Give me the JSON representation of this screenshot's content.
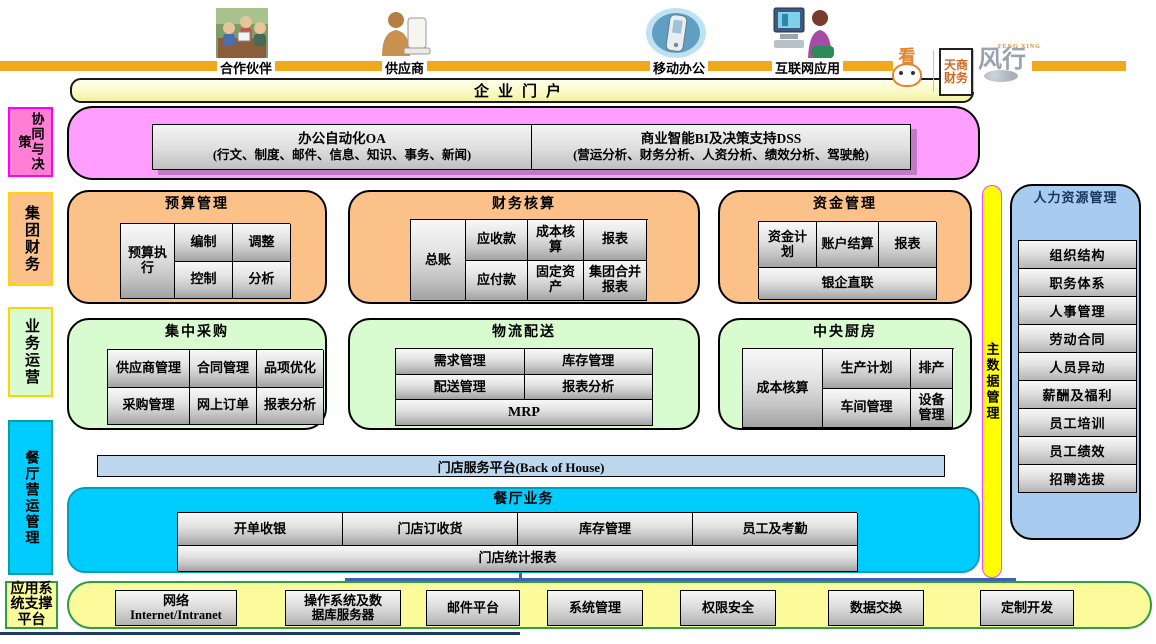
{
  "top": {
    "channels": [
      {
        "label": "合作伙伴",
        "icon": "partners-icon"
      },
      {
        "label": "供应商",
        "icon": "supplier-icon"
      },
      {
        "label": "移动办公",
        "icon": "mobile-office-icon"
      },
      {
        "label": "互联网应用",
        "icon": "internet-app-icon"
      }
    ],
    "logos": {
      "kan": "看",
      "tianshang_line1": "天商",
      "tianshang_line2": "财务",
      "fengxing_sub": "FENG XING",
      "fengxing": "风行"
    }
  },
  "portal": {
    "title": "企业门户"
  },
  "side_labels": [
    {
      "label": "协同与决策"
    },
    {
      "label": "集团财务"
    },
    {
      "label": "业务运营"
    },
    {
      "label": "餐厅营运管理"
    },
    {
      "label": "应用系统支撑平台"
    }
  ],
  "collaboration": {
    "oa_title": "办公自动化OA",
    "oa_sub": "(行文、制度、邮件、信息、知识、事务、新闻)",
    "bi_title": "商业智能BI及决策支持DSS",
    "bi_sub": "(营运分析、财务分析、人资分析、绩效分析、驾驶舱)"
  },
  "finance": {
    "budget": {
      "title": "预算管理",
      "left": "预算执行",
      "cells": [
        "编制",
        "调整",
        "控制",
        "分析"
      ]
    },
    "accounting": {
      "title": "财务核算",
      "left": "总账",
      "row1": [
        "应收款",
        "成本核算",
        "报表"
      ],
      "row2": [
        "应付款",
        "固定资产",
        "集团合并报表"
      ]
    },
    "funds": {
      "title": "资金管理",
      "row1": [
        "资金计划",
        "账户结算",
        "报表"
      ],
      "row2": "银企直联"
    }
  },
  "operations": {
    "procurement": {
      "title": "集中采购",
      "row1": [
        "供应商管理",
        "合同管理",
        "品项优化"
      ],
      "row2": [
        "采购管理",
        "网上订单",
        "报表分析"
      ]
    },
    "logistics": {
      "title": "物流配送",
      "row1": [
        "需求管理",
        "库存管理"
      ],
      "row2": [
        "配送管理",
        "报表分析"
      ],
      "row3": "MRP"
    },
    "kitchen": {
      "title": "中央厨房",
      "col1": [
        "生产计划",
        "车间管理"
      ],
      "col2": [
        "排产",
        "设备管理"
      ],
      "right": "成本核算"
    }
  },
  "store_platform": {
    "title": "门店服务平台(Back of House)"
  },
  "restaurant": {
    "title": "餐厅业务",
    "row1": [
      "开单收银",
      "门店订收货",
      "库存管理",
      "员工及考勤"
    ],
    "row2": "门店统计报表"
  },
  "master_data": {
    "label": "主数据管理"
  },
  "hr": {
    "title": "人力资源管理",
    "items": [
      "组织结构",
      "职务体系",
      "人事管理",
      "劳动合同",
      "人员异动",
      "薪酬及福利",
      "员工培训",
      "员工绩效",
      "招聘选拔"
    ]
  },
  "support": {
    "items": [
      {
        "lines": [
          "网络",
          "Internet/Intranet"
        ]
      },
      {
        "lines": [
          "操作系统及数",
          "据库服务器"
        ]
      },
      {
        "lines": [
          "邮件平台"
        ]
      },
      {
        "lines": [
          "系统管理"
        ]
      },
      {
        "lines": [
          "权限安全"
        ]
      },
      {
        "lines": [
          "数据交换"
        ]
      },
      {
        "lines": [
          "定制开发"
        ]
      }
    ]
  },
  "colors": {
    "orange_bar": "#F2A81D",
    "collaboration_pink": "#FE9EFE",
    "finance_peach": "#FBC189",
    "operations_green": "#D9FBD0",
    "restaurant_cyan": "#00CCFE",
    "support_yellow": "#FBFB9B",
    "master_data_yellow": "#FFFF00",
    "hr_blue": "#A8CBF0",
    "platform_blue": "#BDD7EE",
    "connector_blue": "#3F63AE"
  }
}
